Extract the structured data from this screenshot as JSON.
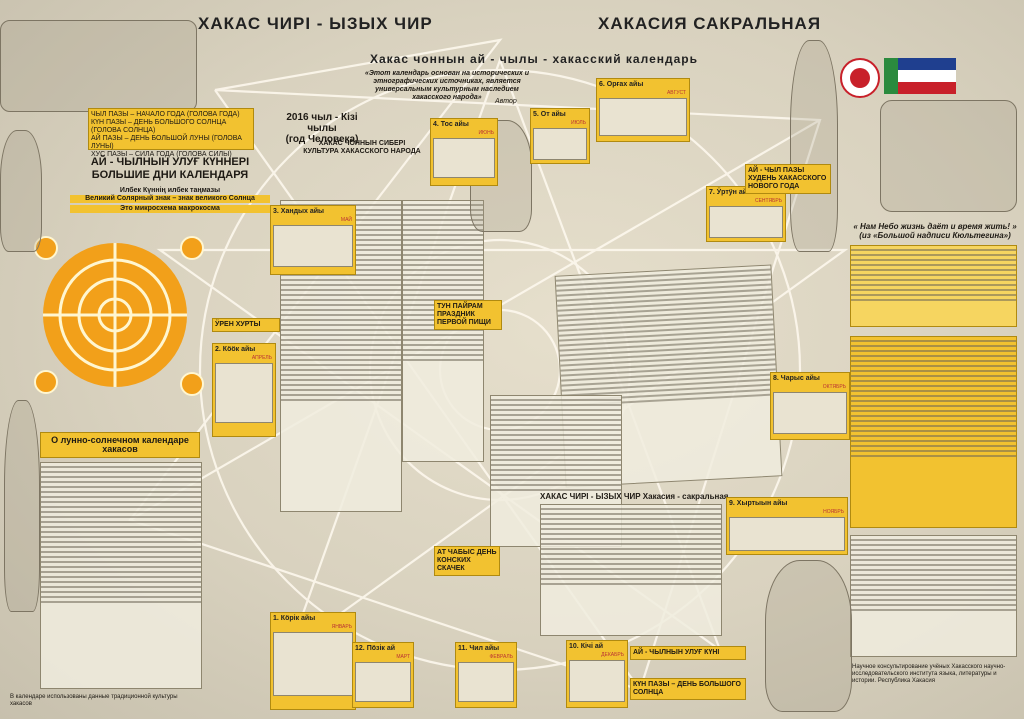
{
  "header": {
    "title_left": "ХАКАС ЧИРІ - ЫЗЫХ ЧИР",
    "title_right": "ХАКАСИЯ САКРАЛЬНАЯ",
    "subtitle": "Хакас чоннын ай - чылы - хакасский календарь",
    "quote": "«Этот календарь основан на исторических и этнографических источниках, является универсальным культурным наследием хакасского народа»",
    "quote_author": "Автор"
  },
  "year": {
    "line1": "2016 чыл - Кізі чылы",
    "line2": "(год Человека)",
    "line3": "ХАКАС ЧОННЫН СИБЕРІ",
    "line4": "КУЛЬТУРА ХАКАССКОГО НАРОДА"
  },
  "left_notes": {
    "new_year": "ЧЫЛ ПАЗЫ – НАЧАЛО ГОДА (ГОЛОВА ГОДА)",
    "big_sun": "КҮН ПАЗЫ – ДЕНЬ БОЛЬШОГО СОЛНЦА (ГОЛОВА СОЛНЦА)",
    "moon": "АЙ ПАЗЫ – ДЕНЬ БОЛЬШОЙ ЛУНЫ (ГОЛОВА ЛУНЫ)",
    "power": "ХУС ПАЗЫ – СИЛА ГОДА (ГОЛОВА СИЛЫ)",
    "big_days_kh": "АЙ - ЧЫЛНЫН УЛУҒ КҮННЕРІ",
    "big_days_ru": "БОЛЬШИЕ ДНИ КАЛЕНДАРЯ",
    "microcosm_kh": "Илбек Күннің илбек таңмазы",
    "microcosm_ru": "Великий Солярный знак – знак великого Солнца",
    "microcosm_2": "Это микросхема макрокосма",
    "lunisolar": "О лунно-солнечном календаре хакасов"
  },
  "right_notes": {
    "sky_quote": "« Нам Небо жизнь даёт и время жить! »",
    "sky_source": "(из «Большой надписи Кюльтегина»)"
  },
  "center": {
    "tilt_title": "Хакас Чир Чазы - Хакасская земля",
    "header_block": "ХАКАС ЧИРІ - ЫЗЫХ ЧИР Хакасия - сакральная"
  },
  "months": [
    {
      "num": "1.",
      "name": "Кӧрік айы",
      "ru": "ЯНВАРЬ"
    },
    {
      "num": "2.",
      "name": "Кӧӧк айы",
      "ru": "АПРЕЛЬ"
    },
    {
      "num": "3.",
      "name": "Хандых айы",
      "ru": "МАЙ"
    },
    {
      "num": "4.",
      "name": "Тос айы",
      "ru": "ИЮНЬ"
    },
    {
      "num": "5.",
      "name": "От айы",
      "ru": "ИЮЛЬ"
    },
    {
      "num": "6.",
      "name": "Орғах айы",
      "ru": "АВГУСТ"
    },
    {
      "num": "7.",
      "name": "Ӱртӱн айы",
      "ru": "СЕНТЯБРЬ"
    },
    {
      "num": "8.",
      "name": "Чарыс айы",
      "ru": "ОКТЯБРЬ"
    },
    {
      "num": "9.",
      "name": "Хыртыын айы",
      "ru": "НОЯБРЬ"
    },
    {
      "num": "10.",
      "name": "Кічі ай",
      "ru": "ДЕКАБРЬ"
    },
    {
      "num": "11.",
      "name": "Чил айы",
      "ru": "ФЕВРАЛЬ"
    },
    {
      "num": "12.",
      "name": "Пӧзік ай",
      "ru": "МАРТ"
    }
  ],
  "events": {
    "ay_chyl": "АЙ - ЧЫЛ ПАЗЫ ХУДЕНЬ ХАКАССКОГО НОВОГО ГОДА",
    "tun_payram": "ТУН ПАЙРАМ ПРАЗДНИК ПЕРВОЙ ПИЩИ",
    "uryn_hurty": "ӰРЕН ХУРТЫ",
    "ad_chabysh": "АТ ЧАБЫС ДЕНЬ КОНСКИХ СКАЧЕК",
    "ay_kun": "АЙ - ЧЫЛНЫН УЛУҒ КҮНІ",
    "kun_pazy": "КҮН ПАЗЫ – ДЕНЬ БОЛЬШОГО СОЛНЦА"
  },
  "footer": {
    "left_note": "В календаре использованы данные традиционной культуры хакасов",
    "right_note": "Научное консультирование учёных Хакасского научно-исследовательского института языка, литературы и истории. Республика Хакасия"
  },
  "colors": {
    "accent_yellow": "#f2c230",
    "flag_blue": "#1f3f8f",
    "flag_white": "#ffffff",
    "flag_red": "#c8202a",
    "flag_green": "#2b8a3e"
  },
  "icons": [
    "sun-wheel-icon",
    "star-diagram-icon",
    "emblem-icon",
    "flag-icon"
  ]
}
